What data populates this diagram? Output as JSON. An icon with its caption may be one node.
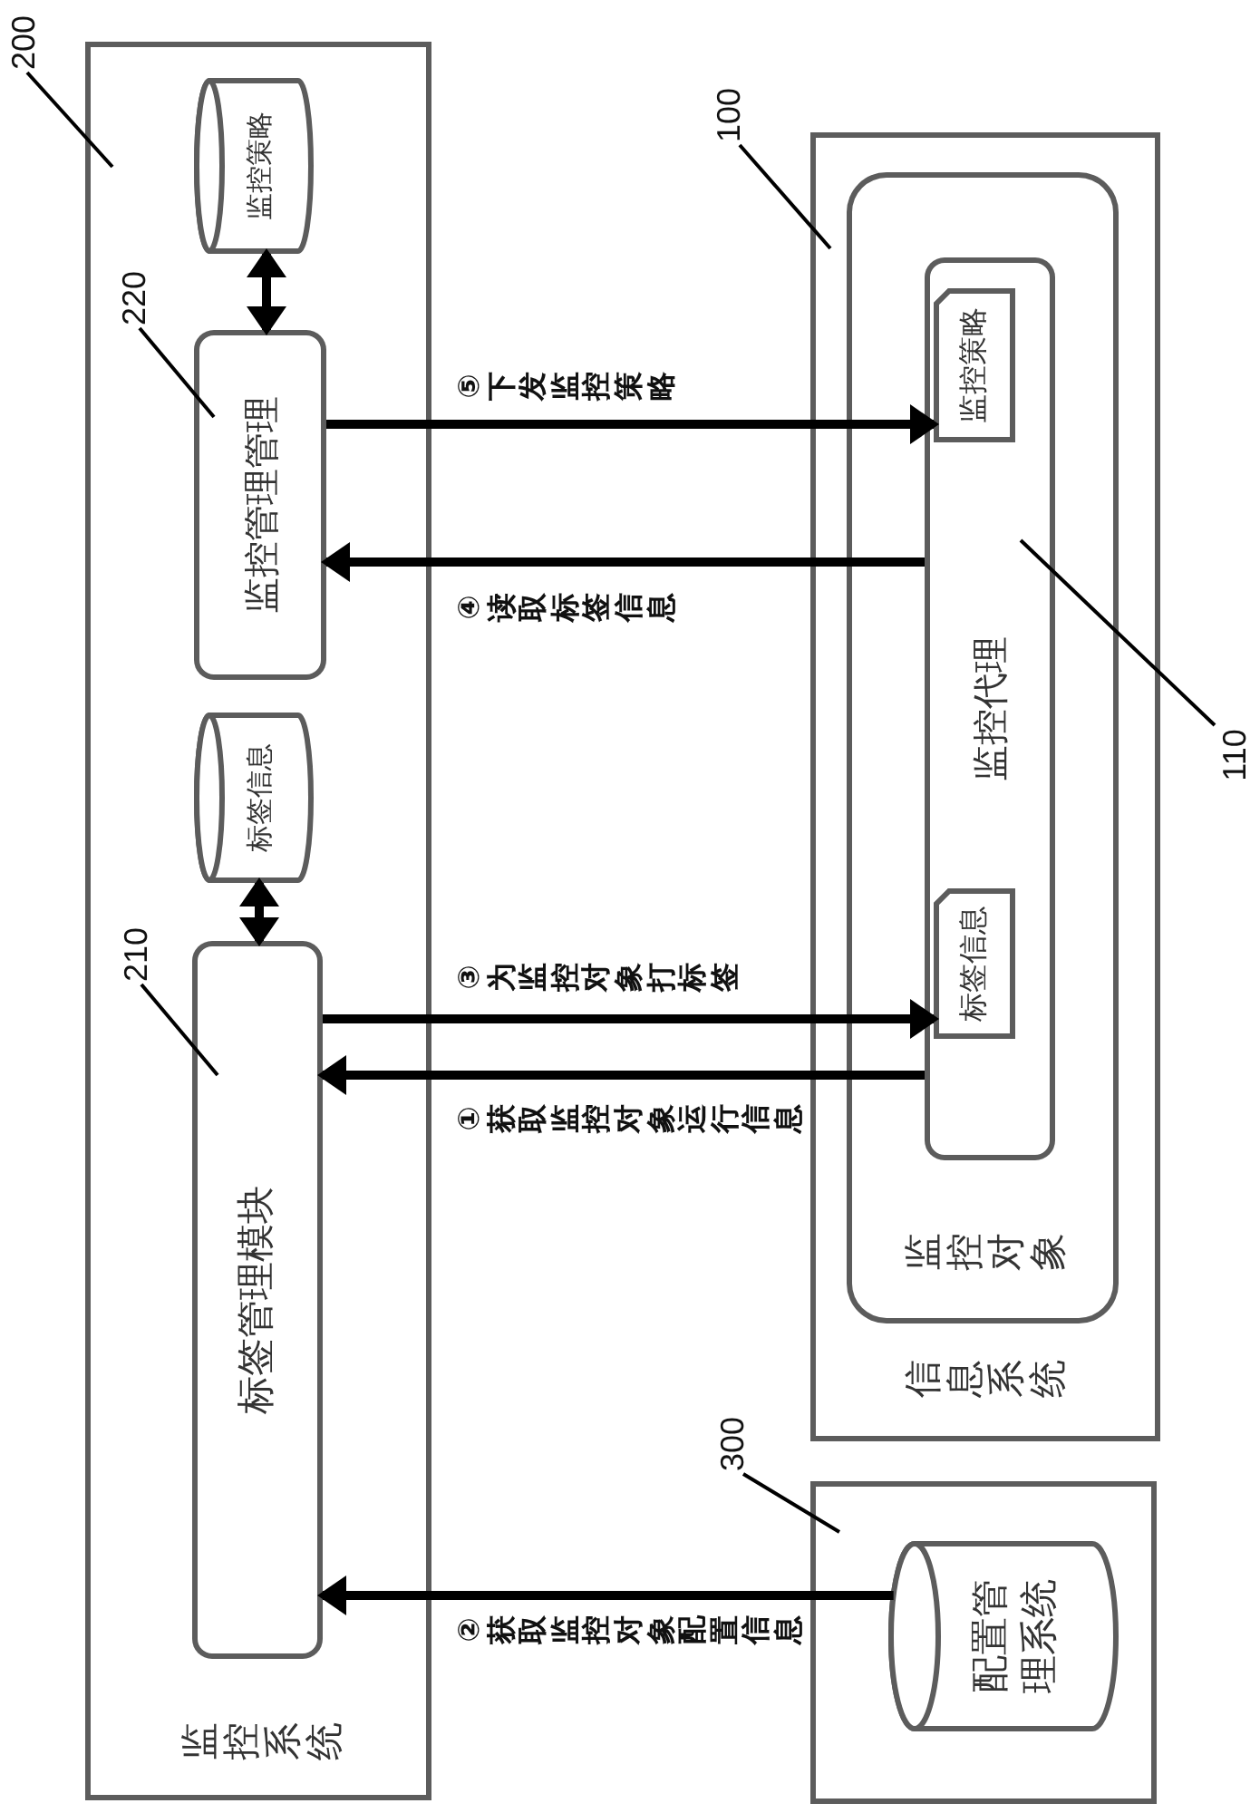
{
  "diagram": {
    "nodes": [
      {
        "text": [
          "监控系统"
        ]
      },
      {
        "text": [
          "监控策略"
        ],
        "in": 0
      },
      {
        "text": [
          "监控管理管理"
        ],
        "in": 0
      },
      {
        "text": [
          "标签信息"
        ],
        "in": 0
      },
      {
        "text": [
          "标签管理模块"
        ],
        "in": 0
      },
      {
        "text": [
          "信息系统"
        ]
      },
      {
        "text": [
          "监控对象"
        ],
        "in": 5
      },
      {
        "text": [
          "监控代理"
        ],
        "in": 6
      },
      {
        "text": [
          "监控策略"
        ],
        "in": 7
      },
      {
        "text": [
          "标签信息"
        ],
        "in": 7
      },
      {
        "text": [],
        "shape": "box"
      },
      {
        "text": [
          "配置管理系统"
        ],
        "in": 10
      },
      {
        "text": [
          "200"
        ]
      },
      {
        "text": [
          "220"
        ],
        "in": 0
      },
      {
        "text": [
          "210"
        ],
        "in": 0
      },
      {
        "text": [
          "100"
        ]
      },
      {
        "text": [
          "110"
        ]
      },
      {
        "text": [
          "300"
        ]
      }
    ],
    "edges": [
      {
        "from": 1,
        "to": 2,
        "arrow": "both"
      },
      {
        "from": 3,
        "to": 4,
        "arrow": "both"
      },
      {
        "from": 2,
        "to": 8,
        "arrow": "to",
        "label": "⑤ 下发监控策略"
      },
      {
        "from": 7,
        "to": 2,
        "arrow": "to",
        "label": "④ 读取标签信息"
      },
      {
        "from": 4,
        "to": 9,
        "arrow": "to",
        "label": "③ 为监控对象打标签"
      },
      {
        "from": 7,
        "to": 4,
        "arrow": "to",
        "label": "① 获取监控对象运行信息"
      },
      {
        "from": 11,
        "to": 4,
        "arrow": "to",
        "label": "② 获取监控对象配置信息"
      },
      {
        "from": 12,
        "to": 0,
        "arrow": "none"
      },
      {
        "from": 13,
        "to": 2,
        "arrow": "none"
      },
      {
        "from": 14,
        "to": 4,
        "arrow": "none"
      },
      {
        "from": 15,
        "to": 5,
        "arrow": "none"
      },
      {
        "from": 16,
        "to": 7,
        "arrow": "none"
      },
      {
        "from": 17,
        "to": 10,
        "arrow": "none"
      }
    ]
  }
}
